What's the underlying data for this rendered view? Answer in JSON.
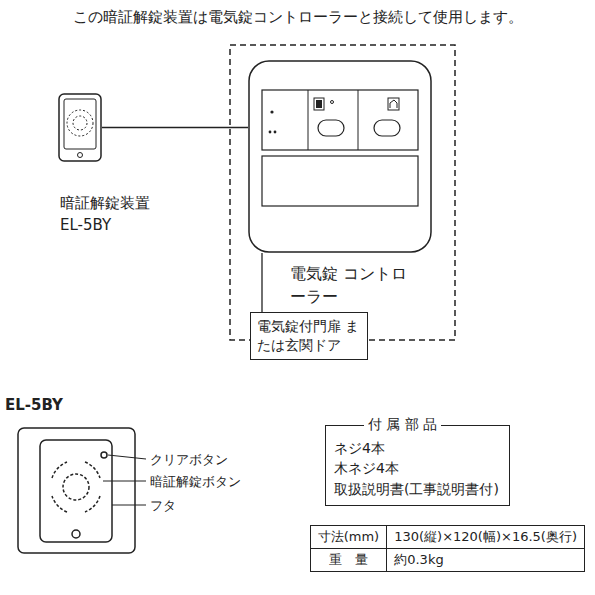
{
  "diagram": {
    "title": "この暗証解錠装置は電気錠コントローラーと接続して使用します。",
    "nodes": [
      {
        "text": [
          "暗証解錠装置 EL-5BY"
        ]
      },
      {
        "text": [
          "電気錠 コントローラー"
        ]
      },
      {
        "text": [
          "電気錠付門扉 または玄関ドア"
        ]
      },
      {
        "text": [
          "付 属 部 品",
          "ネジ4本",
          "木ネジ4本",
          "取扱説明書(工事説明書付)"
        ]
      }
    ],
    "edges": [
      {
        "from": 0,
        "to": 1,
        "arrow": "none"
      },
      {
        "from": 1,
        "to": 2,
        "arrow": "none"
      }
    ],
    "labels": [
      "EL-5BY",
      "クリアボタン",
      "暗証解錠ボタン",
      "フタ",
      "寸法(mm)",
      "130(縦)×120(幅)×16.5(奥行)",
      "重　量",
      "約0.3kg"
    ]
  }
}
